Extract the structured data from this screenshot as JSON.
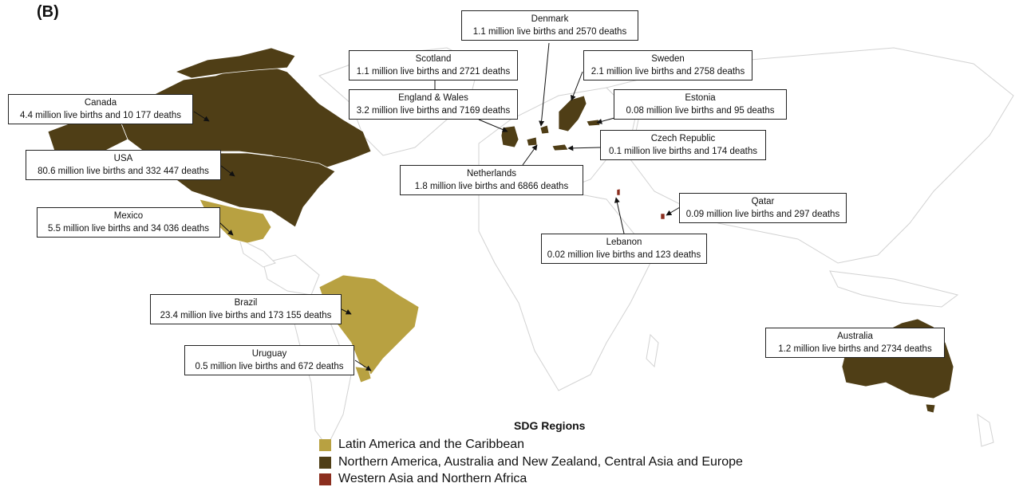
{
  "panel_label": "(B)",
  "colors": {
    "latin_america": "#b8a141",
    "northern_group": "#4f3e16",
    "western_asia": "#8b2e1e",
    "background_land": "#ffffff",
    "borders": "#cfcfcf"
  },
  "callouts": [
    {
      "id": "canada",
      "name": "Canada",
      "stat": "4.4 million  live births  and 10 177 deaths"
    },
    {
      "id": "usa",
      "name": "USA",
      "stat": "80.6 million  live births  and 332 447 deaths"
    },
    {
      "id": "mexico",
      "name": "Mexico",
      "stat": "5.5 million  live births  and 34 036 deaths"
    },
    {
      "id": "brazil",
      "name": "Brazil",
      "stat": "23.4 million  live births  and 173 155 deaths"
    },
    {
      "id": "uruguay",
      "name": "Uruguay",
      "stat": "0.5 million  live births  and 672 deaths"
    },
    {
      "id": "scotland",
      "name": "Scotland",
      "stat": "1.1 million live births and 2721 deaths"
    },
    {
      "id": "england",
      "name": "England & Wales",
      "stat": "3.2 million live births and 7169 deaths"
    },
    {
      "id": "netherlands",
      "name": "Netherlands",
      "stat": "1.8 million live births and  6866 deaths"
    },
    {
      "id": "denmark",
      "name": "Denmark",
      "stat": "1.1 million live births and 2570 deaths"
    },
    {
      "id": "sweden",
      "name": "Sweden",
      "stat": "2.1 million live births  and 2758 deaths"
    },
    {
      "id": "estonia",
      "name": "Estonia",
      "stat": "0.08 million live births  and 95 deaths"
    },
    {
      "id": "czech",
      "name": "Czech Republic",
      "stat": "0.1 million live births  and 174 deaths"
    },
    {
      "id": "qatar",
      "name": "Qatar",
      "stat": "0.09 million live births  and 297 deaths"
    },
    {
      "id": "lebanon",
      "name": "Lebanon",
      "stat": "0.02 million live births and 123 deaths"
    },
    {
      "id": "australia",
      "name": "Australia",
      "stat": "1.2  million live births and 2734 deaths"
    }
  ],
  "legend": {
    "title": "SDG Regions",
    "items": [
      {
        "label": "Latin America and the Caribbean",
        "color": "#b8a141"
      },
      {
        "label": "Northern America, Australia and New Zealand, Central Asia and Europe",
        "color": "#4f3e16"
      },
      {
        "label": "Western Asia and Northern Africa",
        "color": "#8b2e1e"
      }
    ]
  }
}
